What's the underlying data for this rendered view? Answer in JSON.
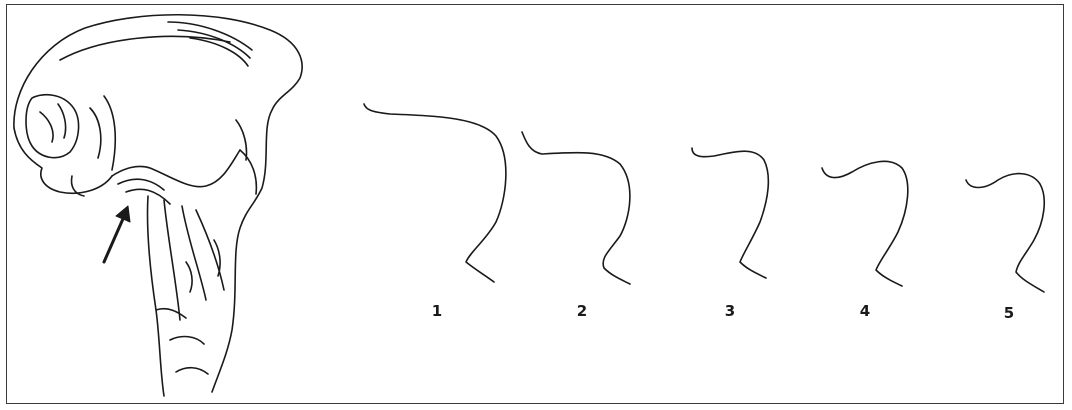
{
  "figure": {
    "ink_color": "#1a1a1a",
    "border_color": "#3a3a3a",
    "background": "#ffffff",
    "stage_labels": [
      "1",
      "2",
      "3",
      "4",
      "5"
    ]
  }
}
